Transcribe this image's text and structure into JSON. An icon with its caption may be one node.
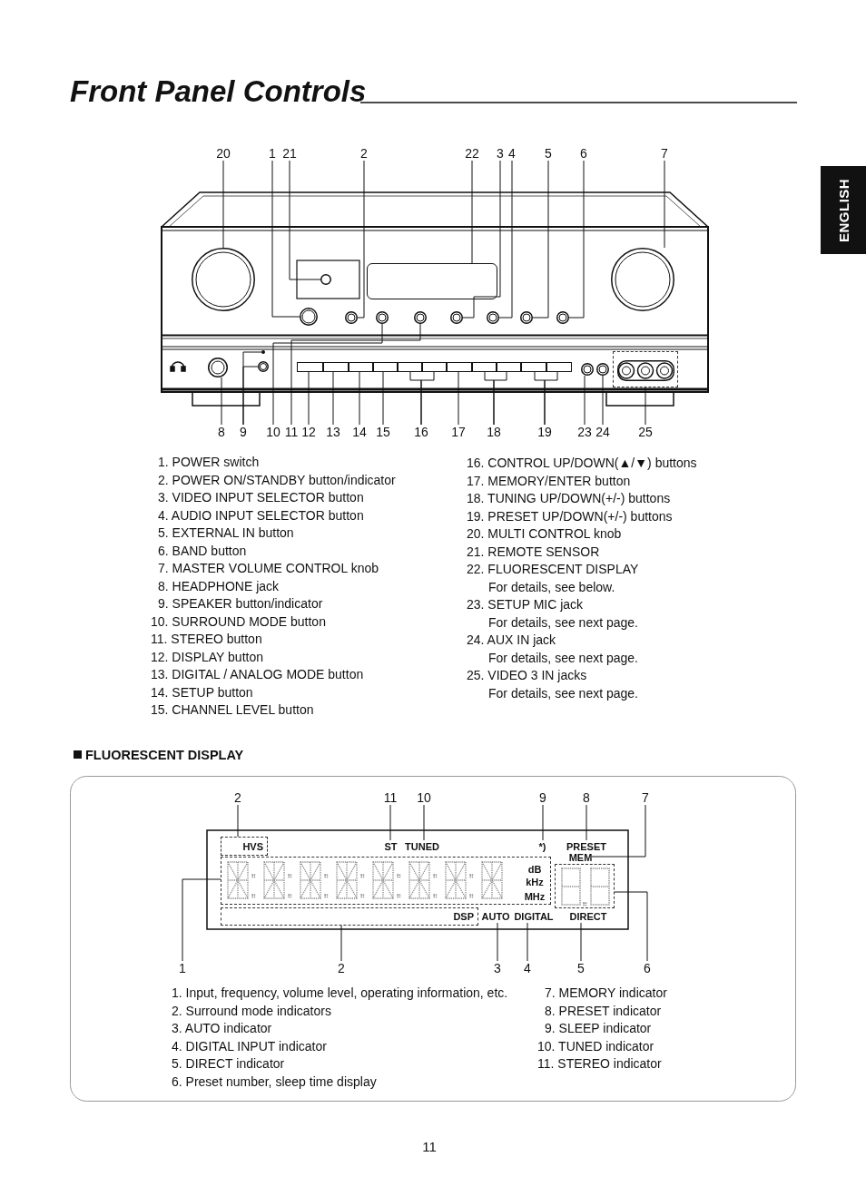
{
  "diagram": {
    "title": "Front Panel Controls",
    "nodes": [
      {
        "text": [
          "20"
        ]
      },
      {
        "text": [
          "1"
        ]
      },
      {
        "text": [
          "21"
        ]
      },
      {
        "text": [
          "2"
        ]
      },
      {
        "text": [
          "22"
        ]
      },
      {
        "text": [
          "3"
        ]
      },
      {
        "text": [
          "4"
        ]
      },
      {
        "text": [
          "5"
        ]
      },
      {
        "text": [
          "6"
        ]
      },
      {
        "text": [
          "7"
        ]
      },
      {
        "text": [],
        "shape": "circle"
      },
      {
        "text": [],
        "shape": "circle"
      },
      {
        "text": [],
        "shape": "circle"
      },
      {
        "text": [],
        "shape": "circle"
      },
      {
        "text": [],
        "shape": "box"
      },
      {
        "text": [],
        "shape": "circle"
      },
      {
        "text": [],
        "shape": "circle"
      },
      {
        "text": [],
        "shape": "circle"
      },
      {
        "text": [],
        "shape": "circle"
      },
      {
        "text": [],
        "shape": "circle"
      },
      {
        "text": [
          "8"
        ]
      },
      {
        "text": [
          "9"
        ]
      },
      {
        "text": [
          "10"
        ]
      },
      {
        "text": [
          "11"
        ]
      },
      {
        "text": [
          "12"
        ]
      },
      {
        "text": [
          "13"
        ]
      },
      {
        "text": [
          "14"
        ]
      },
      {
        "text": [
          "15"
        ]
      },
      {
        "text": [
          "16"
        ]
      },
      {
        "text": [
          "17"
        ]
      },
      {
        "text": [
          "18"
        ]
      },
      {
        "text": [
          "19"
        ]
      },
      {
        "text": [
          "23"
        ]
      },
      {
        "text": [
          "24"
        ]
      },
      {
        "text": [
          "25"
        ]
      },
      {
        "text": [],
        "shape": "circle"
      },
      {
        "text": [],
        "shape": "circle"
      },
      {
        "text": [],
        "shape": "circle"
      },
      {
        "text": [],
        "shape": "circle"
      },
      {
        "text": [],
        "shape": "circle"
      },
      {
        "text": [],
        "shape": "bar"
      },
      {
        "text": [],
        "shape": "bar"
      },
      {
        "text": [],
        "shape": "bar"
      },
      {
        "text": [],
        "shape": "bar"
      },
      {
        "text": [],
        "shape": "bar"
      },
      {
        "text": [],
        "shape": "bar"
      },
      {
        "text": [],
        "shape": "bar"
      },
      {
        "text": [],
        "shape": "bar"
      },
      {
        "text": [],
        "shape": "bar"
      },
      {
        "text": [],
        "shape": "bar"
      },
      {
        "text": [],
        "shape": "bar"
      },
      {
        "text": [],
        "shape": "circle"
      },
      {
        "text": [],
        "shape": "circle"
      },
      {
        "text": [],
        "shape": "box"
      },
      {
        "text": [
          "2"
        ]
      },
      {
        "text": [
          "11"
        ]
      },
      {
        "text": [
          "10"
        ]
      },
      {
        "text": [
          "9"
        ]
      },
      {
        "text": [
          "8"
        ]
      },
      {
        "text": [
          "7"
        ]
      },
      {
        "text": [
          "1"
        ]
      },
      {
        "text": [
          "2"
        ]
      },
      {
        "text": [
          "3"
        ]
      },
      {
        "text": [
          "4"
        ]
      },
      {
        "text": [
          "5"
        ]
      },
      {
        "text": [
          "6"
        ]
      },
      {
        "text": [
          "HVS"
        ]
      },
      {
        "text": [
          "ST"
        ]
      },
      {
        "text": [
          "TUNED"
        ]
      },
      {
        "text": [
          "*)"
        ]
      },
      {
        "text": [
          "PRESET"
        ]
      },
      {
        "text": [
          "MEM"
        ]
      },
      {
        "text": [
          "dB",
          "kHz",
          "MHz"
        ]
      },
      {
        "text": [],
        "shape": "box"
      },
      {
        "text": [
          "DSP"
        ]
      },
      {
        "text": [
          "AUTO"
        ]
      },
      {
        "text": [
          "DIGITAL"
        ]
      },
      {
        "text": [
          "DIRECT"
        ]
      }
    ],
    "edges": [
      {
        "from": 0,
        "to": 10,
        "arrow": "none"
      },
      {
        "from": 1,
        "to": 11,
        "arrow": "none"
      },
      {
        "from": 2,
        "to": 12,
        "arrow": "none"
      },
      {
        "from": 3,
        "to": 13,
        "arrow": "none"
      },
      {
        "from": 4,
        "to": 14,
        "arrow": "none"
      },
      {
        "from": 5,
        "to": 15,
        "arrow": "none"
      },
      {
        "from": 6,
        "to": 16,
        "arrow": "none"
      },
      {
        "from": 7,
        "to": 17,
        "arrow": "none"
      },
      {
        "from": 8,
        "to": 18,
        "arrow": "none"
      },
      {
        "from": 9,
        "to": 19,
        "arrow": "none"
      },
      {
        "from": 20,
        "to": 35,
        "arrow": "none"
      },
      {
        "from": 21,
        "to": 36,
        "arrow": "none"
      },
      {
        "from": 21,
        "to": 37,
        "arrow": "none"
      },
      {
        "from": 22,
        "to": 38,
        "arrow": "none"
      },
      {
        "from": 23,
        "to": 39,
        "arrow": "none"
      },
      {
        "from": 24,
        "to": 40,
        "arrow": "none"
      },
      {
        "from": 25,
        "to": 41,
        "arrow": "none"
      },
      {
        "from": 26,
        "to": 42,
        "arrow": "none"
      },
      {
        "from": 27,
        "to": 43,
        "arrow": "none"
      },
      {
        "from": 28,
        "to": 44,
        "arrow": "none"
      },
      {
        "from": 28,
        "to": 45,
        "arrow": "none"
      },
      {
        "from": 29,
        "to": 46,
        "arrow": "none"
      },
      {
        "from": 30,
        "to": 47,
        "arrow": "none"
      },
      {
        "from": 30,
        "to": 48,
        "arrow": "none"
      },
      {
        "from": 31,
        "to": 49,
        "arrow": "none"
      },
      {
        "from": 31,
        "to": 50,
        "arrow": "none"
      },
      {
        "from": 32,
        "to": 51,
        "arrow": "none"
      },
      {
        "from": 33,
        "to": 52,
        "arrow": "none"
      },
      {
        "from": 34,
        "to": 53,
        "arrow": "none"
      },
      {
        "from": 54,
        "to": 66,
        "arrow": "none"
      },
      {
        "from": 55,
        "to": 67,
        "arrow": "none"
      },
      {
        "from": 56,
        "to": 68,
        "arrow": "none"
      },
      {
        "from": 57,
        "to": 69,
        "arrow": "none"
      },
      {
        "from": 58,
        "to": 70,
        "arrow": "none"
      },
      {
        "from": 59,
        "to": 71,
        "arrow": "none"
      },
      {
        "from": 60,
        "to": 72,
        "arrow": "none"
      },
      {
        "from": 61,
        "to": 74,
        "arrow": "none"
      },
      {
        "from": 62,
        "to": 75,
        "arrow": "none"
      },
      {
        "from": 63,
        "to": 76,
        "arrow": "none"
      },
      {
        "from": 64,
        "to": 77,
        "arrow": "none"
      },
      {
        "from": 65,
        "to": 73,
        "arrow": "none"
      }
    ],
    "labels": [
      "ENGLISH",
      "1. POWER switch",
      "2. POWER ON/STANDBY button/indicator",
      "3. VIDEO INPUT SELECTOR button",
      "4. AUDIO INPUT SELECTOR button",
      "5. EXTERNAL IN button",
      "6. BAND button",
      "7. MASTER VOLUME CONTROL knob",
      "8. HEADPHONE jack",
      "9. SPEAKER button/indicator",
      "10. SURROUND MODE button",
      "11. STEREO button",
      "12. DISPLAY button",
      "13. DIGITAL / ANALOG MODE button",
      "14. SETUP button",
      "15. CHANNEL LEVEL button",
      "16. CONTROL UP/DOWN(▲/▼) buttons",
      "17. MEMORY/ENTER button",
      "18. TUNING UP/DOWN(+/-) buttons",
      "19. PRESET UP/DOWN(+/-) buttons",
      "20. MULTI CONTROL knob",
      "21. REMOTE SENSOR",
      "22. FLUORESCENT DISPLAY",
      "For details, see below.",
      "23. SETUP MIC jack",
      "For details, see next page.",
      "24. AUX IN jack",
      "For details, see next page.",
      "25. VIDEO 3 IN jacks",
      "For details, see next page.",
      "FLUORESCENT DISPLAY",
      "1. Input, frequency, volume level, operating information, etc.",
      "2. Surround mode indicators",
      "3. AUTO indicator",
      "4. DIGITAL INPUT indicator",
      "5. DIRECT indicator",
      "6. Preset number, sleep time display",
      "7. MEMORY indicator",
      "8. PRESET indicator",
      "9. SLEEP indicator",
      "10. TUNED indicator",
      "11. STEREO indicator",
      "11"
    ]
  }
}
